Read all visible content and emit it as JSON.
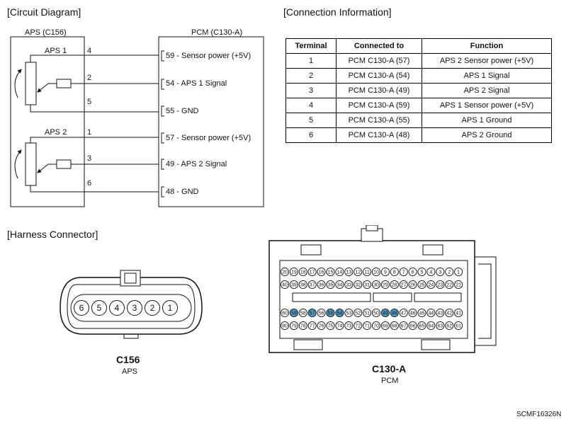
{
  "circuit": {
    "title": "[Circuit Diagram]",
    "left_label": "APS (C156)",
    "right_label": "PCM (C130-A)",
    "aps1": "APS 1",
    "aps2": "APS 2",
    "pins_left": [
      "4",
      "2",
      "5",
      "1",
      "3",
      "6"
    ],
    "pins_right": [
      "59 - Sensor power (+5V)",
      "54 - APS 1 Signal",
      "55 - GND",
      "57 - Sensor power (+5V)",
      "49 - APS 2 Signal",
      "48 - GND"
    ]
  },
  "connection": {
    "title": "[Connection Information]",
    "headers": [
      "Terminal",
      "Connected to",
      "Function"
    ],
    "rows": [
      [
        "1",
        "PCM C130-A (57)",
        "APS 2 Sensor power (+5V)"
      ],
      [
        "2",
        "PCM C130-A (54)",
        "APS 1 Signal"
      ],
      [
        "3",
        "PCM C130-A (49)",
        "APS 2 Signal"
      ],
      [
        "4",
        "PCM C130-A (59)",
        "APS 1 Sensor power (+5V)"
      ],
      [
        "5",
        "PCM C130-A (55)",
        "APS 1 Ground"
      ],
      [
        "6",
        "PCM C130-A (48)",
        "APS 2 Ground"
      ]
    ]
  },
  "harness": {
    "title": "[Harness Connector]",
    "c156_pins": [
      "6",
      "5",
      "4",
      "3",
      "2",
      "1"
    ],
    "c156_name": "C156",
    "c156_sub": "APS",
    "c130_name": "C130-A",
    "c130_sub": "PCM",
    "row1": [
      "20",
      "19",
      "18",
      "17",
      "16",
      "15",
      "14",
      "13",
      "12",
      "11",
      "10",
      "9",
      "8",
      "7",
      "6",
      "5",
      "4",
      "3",
      "2",
      "1"
    ],
    "row2": [
      "40",
      "39",
      "38",
      "37",
      "36",
      "35",
      "34",
      "33",
      "32",
      "31",
      "30",
      "29",
      "28",
      "27",
      "26",
      "25",
      "24",
      "23",
      "22",
      "21"
    ],
    "row3": [
      "60",
      "59",
      "58",
      "57",
      "56",
      "55",
      "54",
      "53",
      "52",
      "51",
      "50",
      "49",
      "48",
      "47",
      "46",
      "45",
      "44",
      "43",
      "42",
      "41"
    ],
    "row4": [
      "80",
      "79",
      "78",
      "77",
      "76",
      "75",
      "74",
      "73",
      "72",
      "71",
      "70",
      "69",
      "68",
      "67",
      "66",
      "65",
      "64",
      "63",
      "62",
      "61"
    ],
    "highlight_pins": [
      "59",
      "57",
      "55",
      "54",
      "49",
      "48"
    ],
    "highlight_color": "#4b9bc4"
  },
  "footer": {
    "code": "SCMF16326N"
  }
}
